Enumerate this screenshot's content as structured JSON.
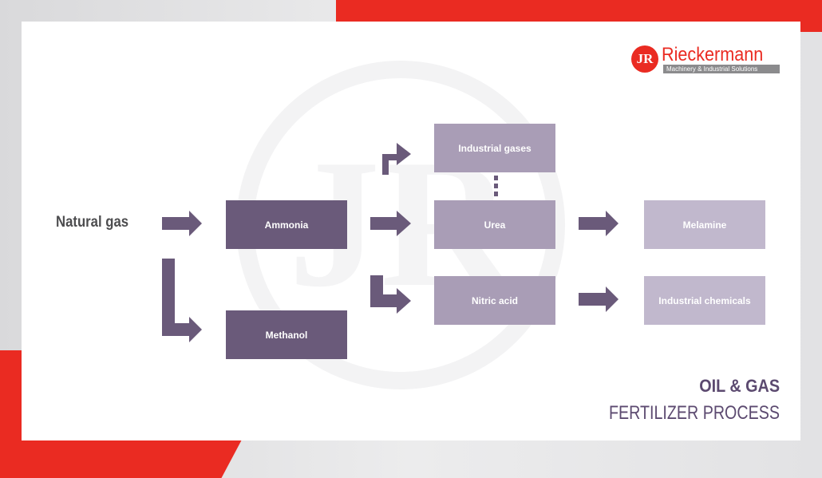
{
  "logo": {
    "name": "Rieckermann",
    "tagline": "Machinery & Industrial Solutions",
    "mark": "JR"
  },
  "diagram": {
    "source": "Natural gas",
    "nodes": {
      "ammonia": "Ammonia",
      "methanol": "Methanol",
      "industrial_gases": "Industrial gases",
      "urea": "Urea",
      "nitric_acid": "Nitric acid",
      "melamine": "Melamine",
      "industrial_chemicals": "Industrial chemicals"
    },
    "edges": [
      [
        "Natural gas",
        "Ammonia"
      ],
      [
        "Natural gas",
        "Methanol"
      ],
      [
        "Ammonia",
        "Industrial gases"
      ],
      [
        "Ammonia",
        "Urea"
      ],
      [
        "Ammonia",
        "Nitric acid"
      ],
      [
        "Industrial gases",
        "Urea"
      ],
      [
        "Urea",
        "Melamine"
      ],
      [
        "Nitric acid",
        "Industrial chemicals"
      ]
    ]
  },
  "title": {
    "line1": "OIL & GAS",
    "line2": "FERTILIZER PROCESS"
  },
  "colors": {
    "brand_red": "#ea2b22",
    "dark_purple": "#6a5a7a",
    "mid_purple": "#a99db6",
    "light_purple": "#c1b8cd",
    "title_purple": "#5c4a70"
  }
}
